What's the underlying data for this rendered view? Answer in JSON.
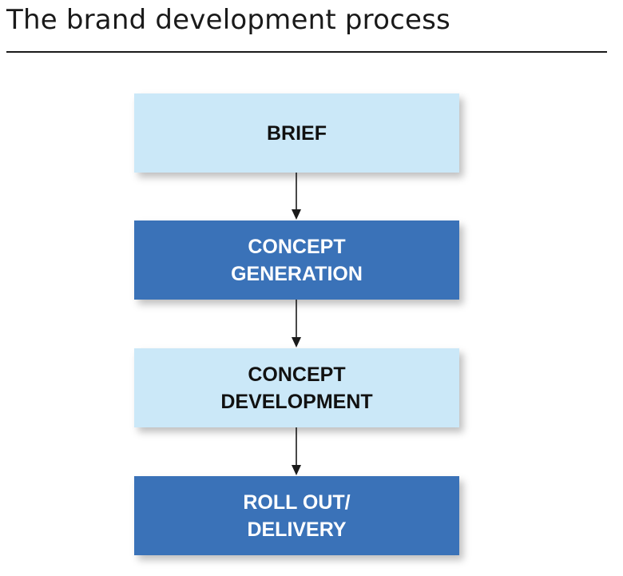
{
  "header": {
    "title": "The brand development process"
  },
  "flow": {
    "steps": [
      {
        "lines": [
          "BRIEF"
        ],
        "style": "light"
      },
      {
        "lines": [
          "CONCEPT",
          "GENERATION"
        ],
        "style": "dark"
      },
      {
        "lines": [
          "CONCEPT",
          "DEVELOPMENT"
        ],
        "style": "light"
      },
      {
        "lines": [
          "ROLL OUT/",
          "DELIVERY"
        ],
        "style": "dark"
      }
    ]
  },
  "colors": {
    "light_box": "#cbe8f8",
    "dark_box": "#3a72b8",
    "arrow": "#1a1a1a"
  }
}
